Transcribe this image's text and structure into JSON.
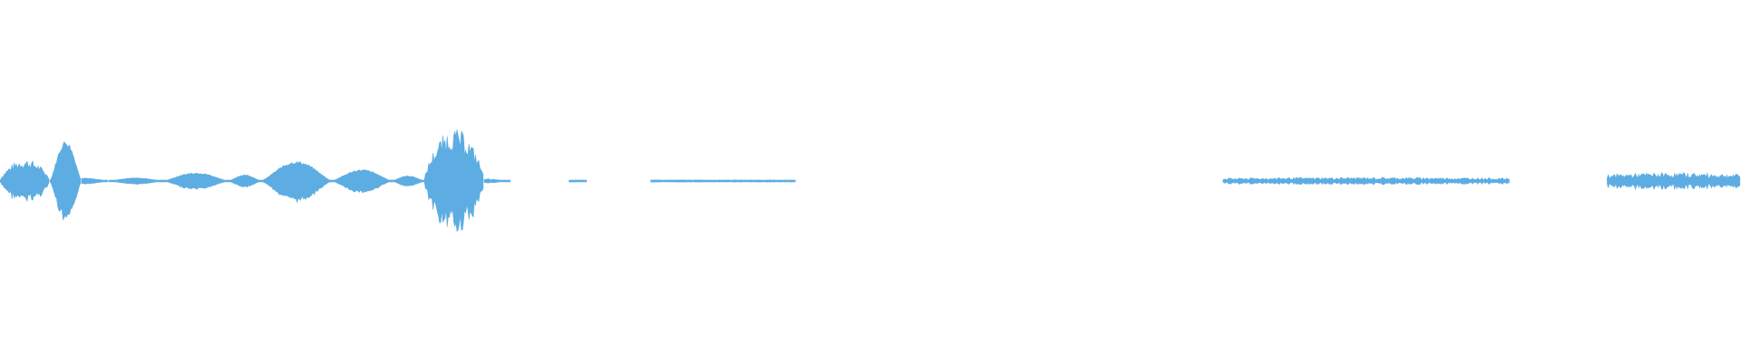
{
  "waveform": {
    "color": "#5dade2",
    "background": "#ffffff",
    "segments": [
      {
        "name": "burst-1",
        "start": 0.0,
        "end": 0.046,
        "peak": 0.42,
        "shape": "spiky"
      },
      {
        "name": "burst-2",
        "start": 0.046,
        "end": 0.075,
        "peak": 0.78,
        "shape": "blob"
      },
      {
        "name": "tail-1",
        "start": 0.075,
        "end": 0.1,
        "peak": 0.08,
        "shape": "taper"
      },
      {
        "name": "bump-1",
        "start": 0.1,
        "end": 0.15,
        "peak": 0.06,
        "shape": "blob"
      },
      {
        "name": "bump-2",
        "start": 0.15,
        "end": 0.21,
        "peak": 0.16,
        "shape": "blob"
      },
      {
        "name": "bump-3",
        "start": 0.21,
        "end": 0.24,
        "peak": 0.12,
        "shape": "blob"
      },
      {
        "name": "burst-3",
        "start": 0.24,
        "end": 0.305,
        "peak": 0.38,
        "shape": "blob"
      },
      {
        "name": "bump-4",
        "start": 0.305,
        "end": 0.36,
        "peak": 0.22,
        "shape": "blob"
      },
      {
        "name": "bump-5",
        "start": 0.36,
        "end": 0.39,
        "peak": 0.1,
        "shape": "blob"
      },
      {
        "name": "burst-4",
        "start": 0.39,
        "end": 0.445,
        "peak": 1.0,
        "shape": "spiky"
      },
      {
        "name": "tail-2",
        "start": 0.445,
        "end": 0.47,
        "peak": 0.05,
        "shape": "taper"
      },
      {
        "name": "tick-1",
        "start": 0.523,
        "end": 0.54,
        "peak": 0.02,
        "shape": "flat"
      },
      {
        "name": "line-1",
        "start": 0.598,
        "end": 0.732,
        "peak": 0.02,
        "shape": "flat"
      },
      {
        "name": "noise-1",
        "start": 1.124,
        "end": 1.388,
        "peak": 0.07,
        "shape": "noise"
      },
      {
        "name": "noise-2",
        "start": 1.477,
        "end": 1.6,
        "peak": 0.16,
        "shape": "noise"
      }
    ]
  }
}
